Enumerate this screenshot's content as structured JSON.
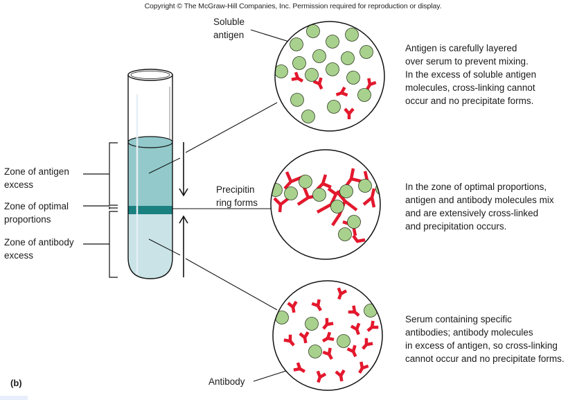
{
  "copyright": "Copyright © The McGraw-Hill Companies, Inc. Permission required for reproduction or display.",
  "panel_label": "(b)",
  "colors": {
    "antigen_fill": "#a9d18e",
    "antibody": "#e3182d",
    "antigen_zone": "#93c9cb",
    "precipitin_ring": "#1a8080",
    "antibody_zone": "#c9e3e6",
    "outline": "#111111"
  },
  "tube_labels": {
    "antigen_excess": [
      "Zone of antigen",
      "excess"
    ],
    "optimal": [
      "Zone of optimal",
      "proportions"
    ],
    "antibody_excess": [
      "Zone of antibody",
      "excess"
    ]
  },
  "callouts": {
    "soluble_antigen": [
      "Soluble",
      "antigen"
    ],
    "precipitin_ring": [
      "Precipitin",
      "ring forms"
    ],
    "antibody": "Antibody"
  },
  "descriptions": {
    "top": [
      "Antigen is carefully layered",
      "over serum to prevent mixing.",
      "In the excess of soluble antigen",
      "molecules, cross-linking cannot",
      "occur and no precipitate forms."
    ],
    "middle": [
      "In the zone of optimal proportions,",
      "antigen and antibody molecules mix",
      "and are extensively cross-linked",
      "and precipitation occurs."
    ],
    "bottom": [
      "Serum containing specific",
      "antibodies; antibody molecules",
      "in excess of antigen, so cross-linking",
      "cannot occur and no precipitate forms."
    ]
  }
}
